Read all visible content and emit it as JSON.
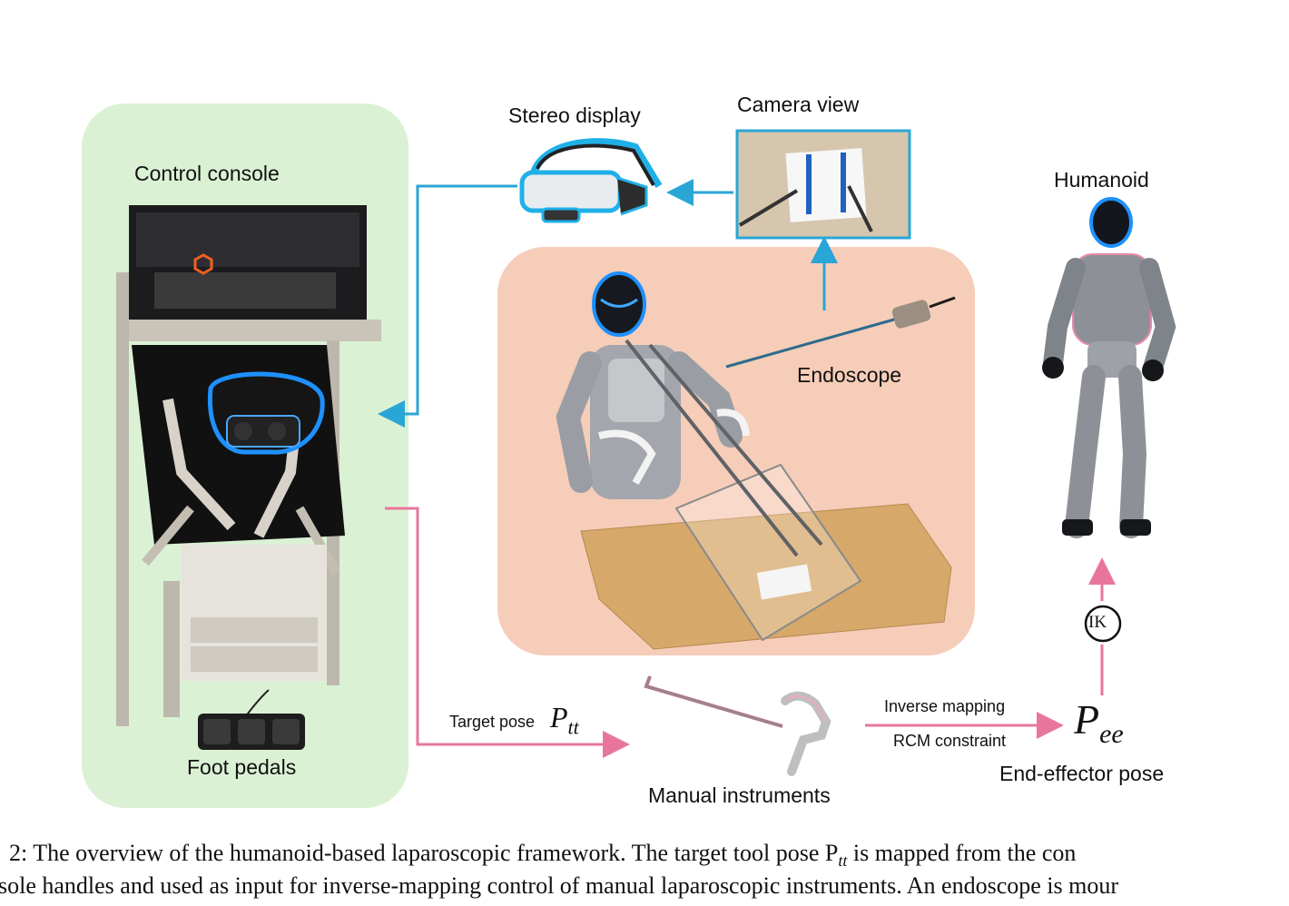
{
  "labels": {
    "control_console": "Control console",
    "stereo_display": "Stereo display",
    "camera_view": "Camera view",
    "humanoid": "Humanoid",
    "endoscope": "Endoscope",
    "foot_pedals": "Foot pedals",
    "target_pose": "Target pose",
    "target_pose_symbol": "P",
    "target_pose_sub": "tt",
    "manual_instruments": "Manual instruments",
    "inverse_mapping": "Inverse mapping",
    "rcm_constraint": "RCM constraint",
    "ee_symbol": "P",
    "ee_sub": "ee",
    "end_effector_pose": "End-effector pose",
    "ik": "IK"
  },
  "caption": {
    "line1": "2: The overview of the humanoid-based laparoscopic framework. The target tool pose P",
    "line1_sub": "tt",
    "line1_rest": " is mapped from the con",
    "line2": "sole handles and used as input for inverse-mapping control of manual laparoscopic instruments. An endoscope is mour"
  },
  "colors": {
    "console_panel": "#dbf1d4",
    "arena_panel": "#f6cdb9",
    "blue_arrow": "#2aa6d6",
    "pink_arrow": "#e8769c",
    "robot_glow": "#1e90ff"
  }
}
